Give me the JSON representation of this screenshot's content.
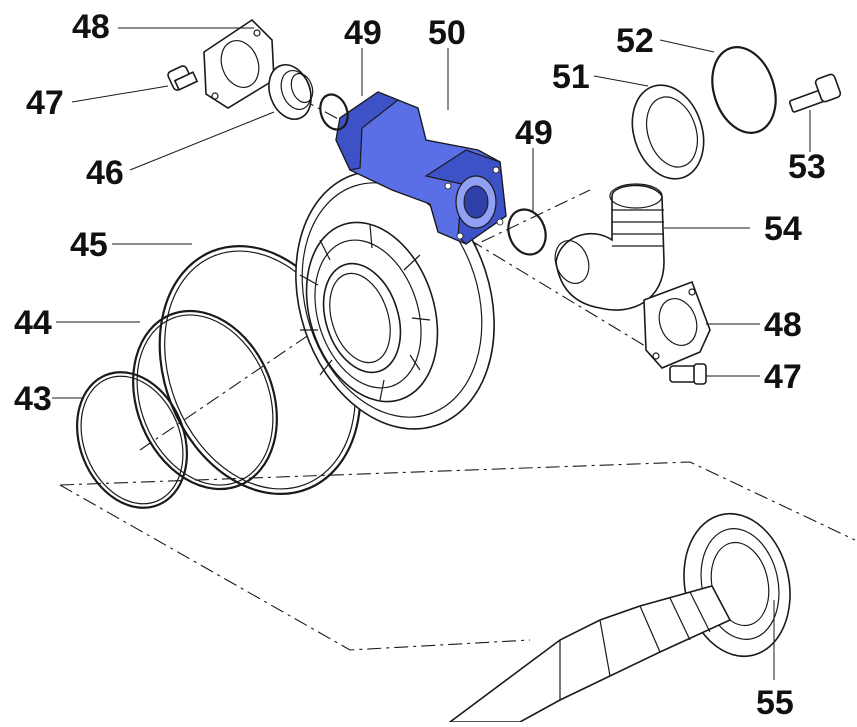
{
  "highlight_color": "#5a6fe6",
  "labels": {
    "l48a": "48",
    "l49a": "49",
    "l50": "50",
    "l47a": "47",
    "l46": "46",
    "l52": "52",
    "l51": "51",
    "l53": "53",
    "l49b": "49",
    "l54": "54",
    "l45": "45",
    "l44": "44",
    "l43": "43",
    "l48b": "48",
    "l47b": "47",
    "l55": "55"
  }
}
